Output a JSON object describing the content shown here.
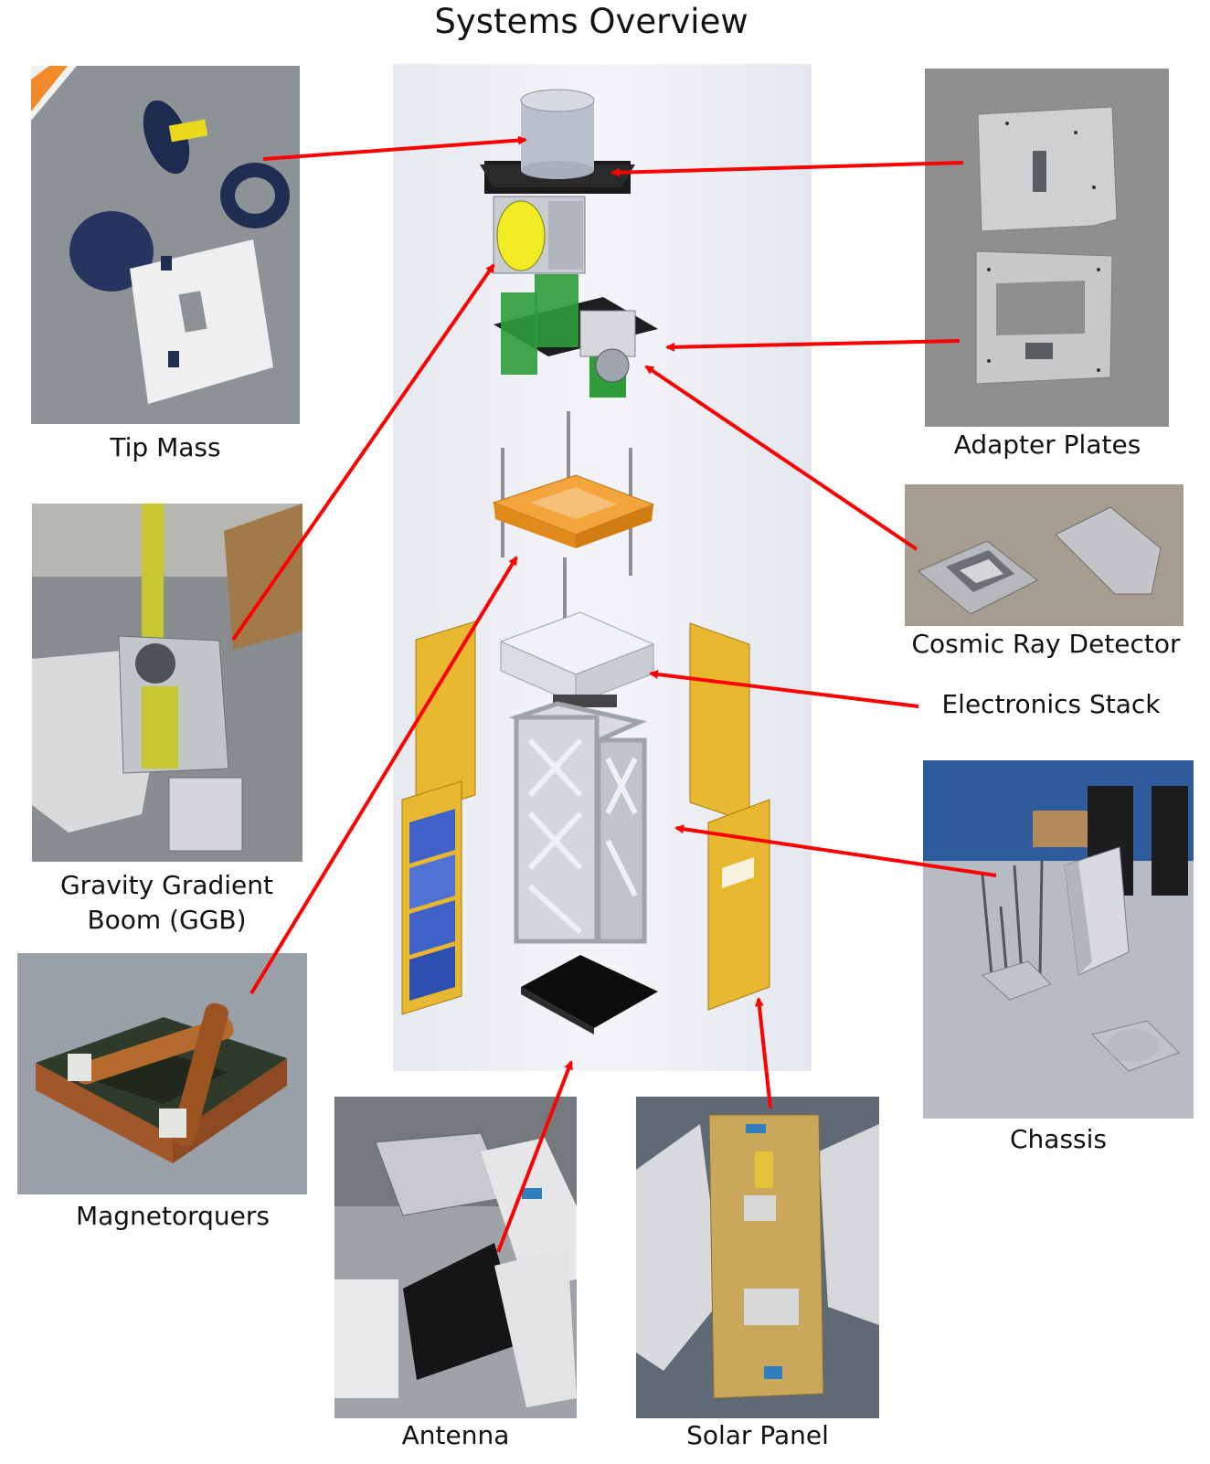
{
  "title": "Systems Overview",
  "components": {
    "tip_mass": "Tip Mass",
    "adapter_plates": "Adapter Plates",
    "cosmic_ray_detector": "Cosmic Ray Detector",
    "electronics_stack": "Electronics Stack",
    "ggb_line1": "Gravity Gradient",
    "ggb_line2": "Boom (GGB)",
    "magnetorquers": "Magnetorquers",
    "chassis": "Chassis",
    "antenna": "Antenna",
    "solar_panel": "Solar Panel"
  },
  "colors": {
    "arrow": "#ff0000",
    "kapton": "#e8b830",
    "pcb_green": "#2e9c3a",
    "orange_mount": "#f3a43a",
    "solar_cell": "#3f62c8",
    "aluminum": "#c7cad0"
  }
}
